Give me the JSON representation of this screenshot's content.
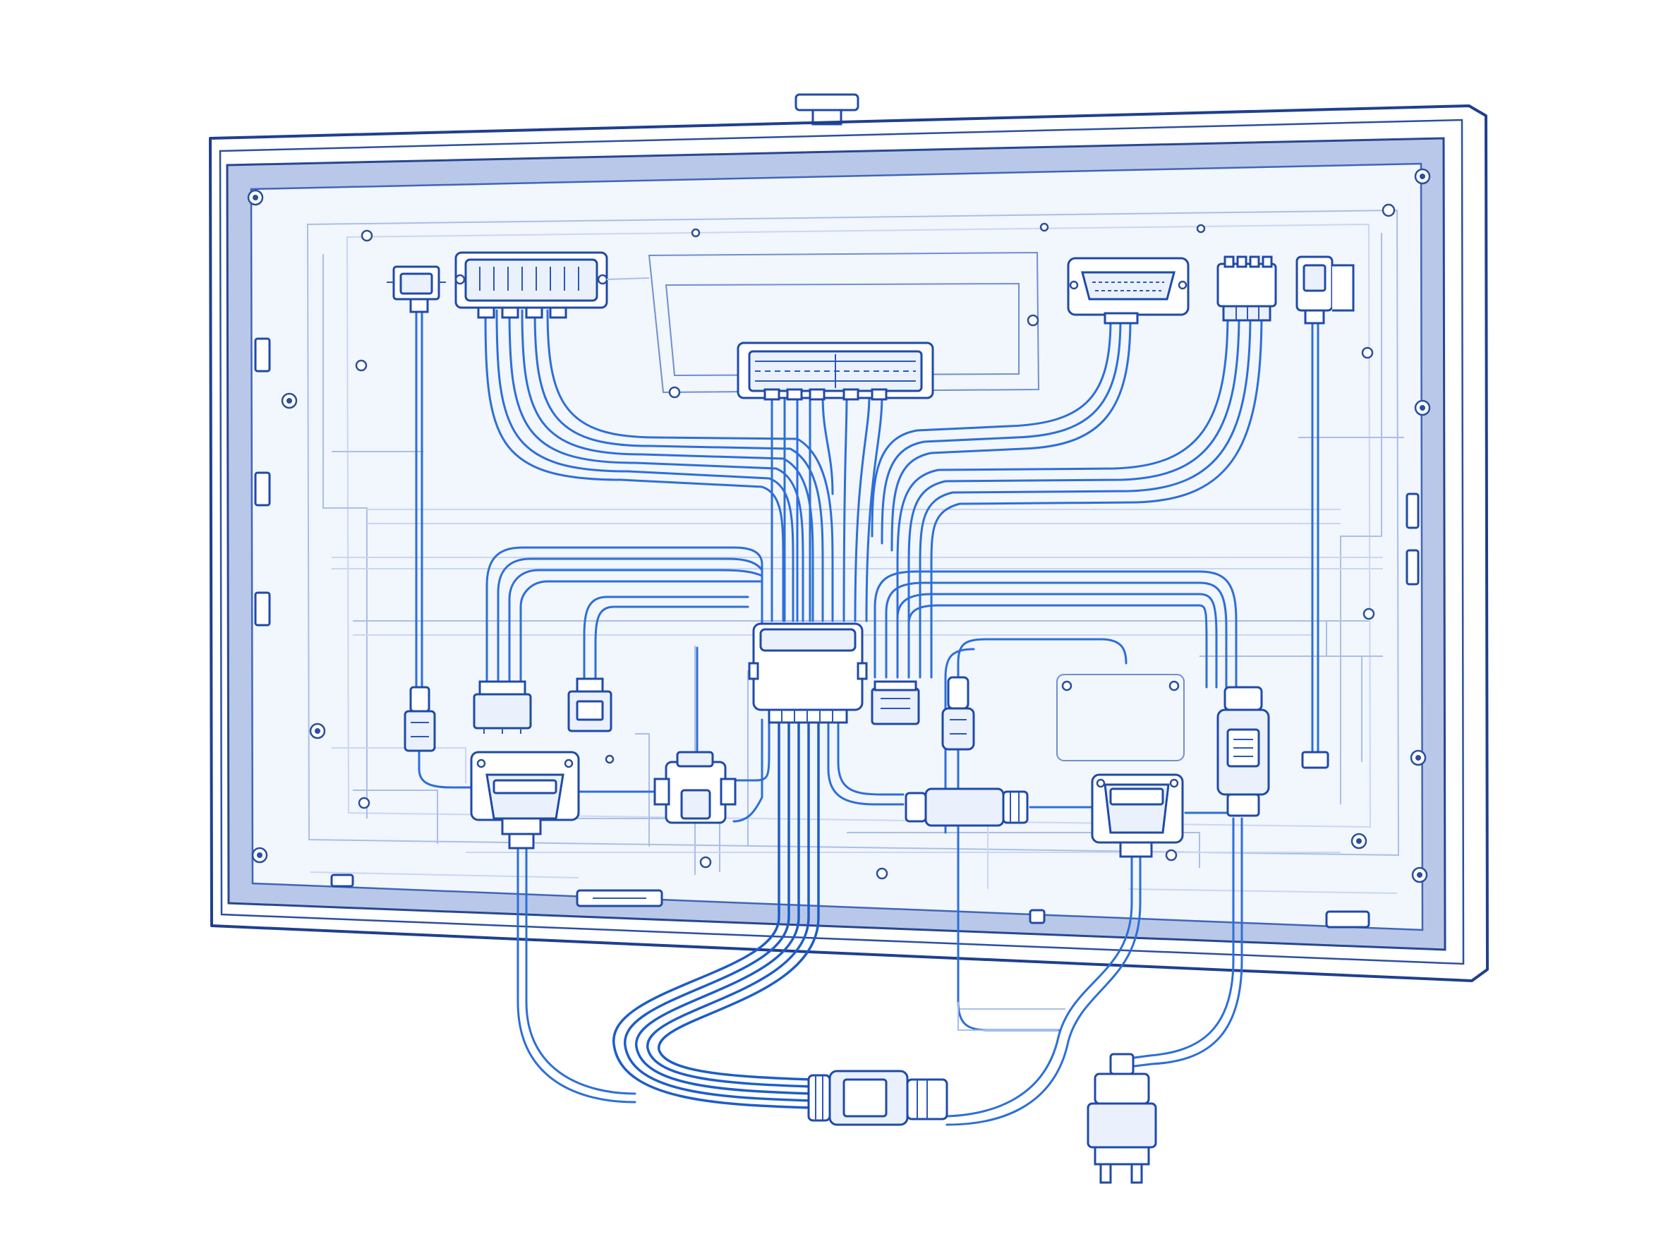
{
  "diagram": {
    "subject": "monitor-rear-wiring-harness",
    "colors": {
      "frame": "#1f3f8f",
      "bezel": "#b9c8e8",
      "panel": "#f2f6fd",
      "cable": "#2c6fd8",
      "trace": "#a9bfe8",
      "background": "#ffffff"
    },
    "components": {
      "top_connectors": [
        "small-plug",
        "terminal-block-8pin",
        "main-board-header",
        "d-sub-connector",
        "power-plug-4pin",
        "single-plug"
      ],
      "central_hub": "junction-box",
      "lower_connectors": [
        "ribbon-plug-left",
        "ribbon-plug-mid",
        "ribbon-plug-right",
        "inline-plug-left",
        "inline-plug-right",
        "hdmi-plug"
      ],
      "ports": [
        "display-port-left",
        "display-port-right",
        "sensor-module",
        "inline-coupler-mid"
      ],
      "external": [
        "external-inline-coupler",
        "external-power-plug"
      ]
    }
  }
}
